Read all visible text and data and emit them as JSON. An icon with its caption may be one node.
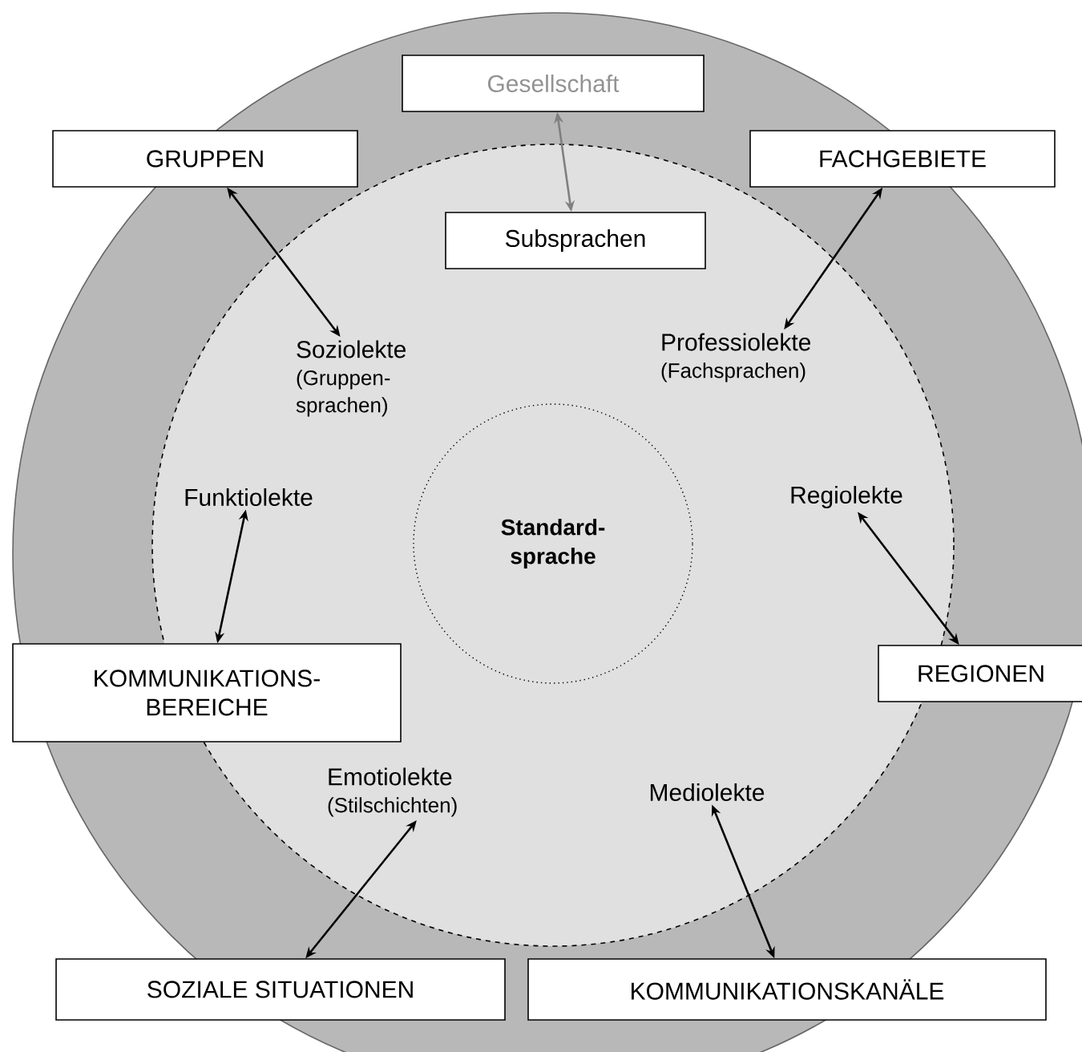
{
  "diagram": {
    "nodes": [
      {
        "text": [
          "Gesellschaft"
        ]
      },
      {
        "text": [
          "GRUPPEN"
        ]
      },
      {
        "text": [
          "FACHGEBIETE"
        ]
      },
      {
        "text": [
          "Subsprachen"
        ]
      },
      {
        "text": [
          "Soziolekte",
          "(Gruppen- sprachen)"
        ]
      },
      {
        "text": [
          "Professiolekte",
          "(Fachsprachen)"
        ]
      },
      {
        "text": [
          "Funktiolekte"
        ]
      },
      {
        "text": [
          "Standard- sprache"
        ]
      },
      {
        "text": [
          "Regiolekte"
        ]
      },
      {
        "text": [
          "KOMMUNIKATIONS- BEREICHE"
        ]
      },
      {
        "text": [
          "REGIONEN"
        ]
      },
      {
        "text": [
          "Emotiolekte",
          "(Stilschichten)"
        ]
      },
      {
        "text": [
          "Mediolekte"
        ]
      },
      {
        "text": [
          "SOZIALE SITUATIONEN"
        ]
      },
      {
        "text": [
          "KOMMUNIKATIONSKANÄLE"
        ]
      }
    ],
    "edges": [
      {
        "from": 0,
        "to": 3,
        "arrow": "both",
        "color": "#808080"
      },
      {
        "from": 1,
        "to": 4,
        "arrow": "both"
      },
      {
        "from": 2,
        "to": 5,
        "arrow": "both"
      },
      {
        "from": 6,
        "to": 9,
        "arrow": "both"
      },
      {
        "from": 8,
        "to": 10,
        "arrow": "both"
      },
      {
        "from": 11,
        "to": 13,
        "arrow": "both"
      },
      {
        "from": 12,
        "to": 14,
        "arrow": "both"
      }
    ]
  }
}
